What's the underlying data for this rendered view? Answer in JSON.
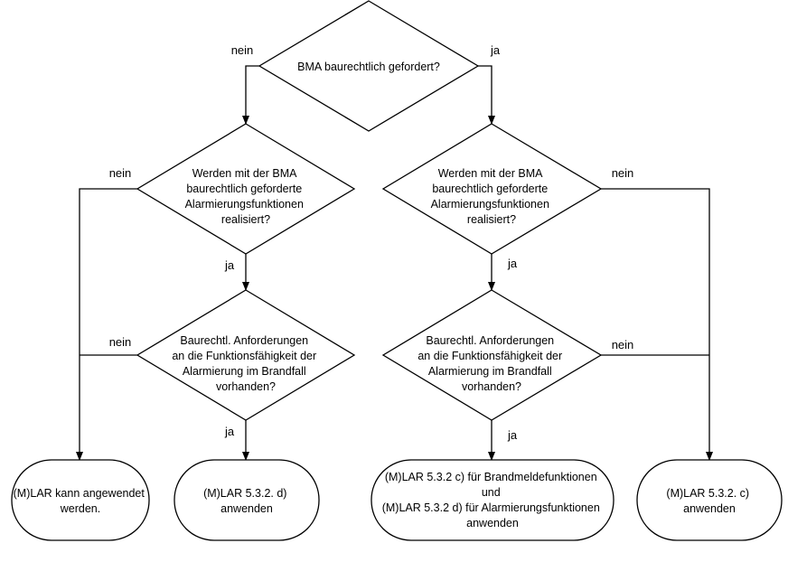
{
  "diagram": {
    "labels": {
      "yes": "ja",
      "no": "nein"
    },
    "nodes": {
      "q_bma": {
        "type": "decision",
        "lines": [
          "BMA baurechtlich gefordert?"
        ]
      },
      "q_alarm_left": {
        "type": "decision",
        "lines": [
          "Werden mit der BMA",
          "baurechtlich geforderte",
          "Alarmierungsfunktionen",
          "realisiert?"
        ]
      },
      "q_alarm_right": {
        "type": "decision",
        "lines": [
          "Werden mit der BMA",
          "baurechtlich geforderte",
          "Alarmierungsfunktionen",
          "realisiert?"
        ]
      },
      "q_req_left": {
        "type": "decision",
        "lines": [
          "Baurechtl. Anforderungen",
          "an die Funktionsfähigkeit der",
          "Alarmierung im Brandfall",
          "vorhanden?"
        ]
      },
      "q_req_right": {
        "type": "decision",
        "lines": [
          "Baurechtl. Anforderungen",
          "an die Funktionsfähigkeit der",
          "Alarmierung im Brandfall",
          "vorhanden?"
        ]
      },
      "t_mlar": {
        "type": "terminal",
        "lines": [
          "(M)LAR kann angewendet",
          "werden."
        ]
      },
      "t_532d": {
        "type": "terminal",
        "lines": [
          "(M)LAR 5.3.2. d)",
          "anwenden"
        ]
      },
      "t_532cd": {
        "type": "terminal",
        "lines": [
          "(M)LAR 5.3.2 c) für Brandmeldefunktionen",
          "und",
          "(M)LAR  5.3.2 d) für Alarmierungsfunktionen",
          "anwenden"
        ]
      },
      "t_532c": {
        "type": "terminal",
        "lines": [
          "(M)LAR 5.3.2. c)",
          "anwenden"
        ]
      }
    },
    "edges": [
      {
        "from": "q_bma",
        "to": "q_alarm_left",
        "label": "nein"
      },
      {
        "from": "q_bma",
        "to": "q_alarm_right",
        "label": "ja"
      },
      {
        "from": "q_alarm_left",
        "to": "t_mlar",
        "label": "nein"
      },
      {
        "from": "q_alarm_left",
        "to": "q_req_left",
        "label": "ja"
      },
      {
        "from": "q_req_left",
        "to": "t_mlar",
        "label": "nein"
      },
      {
        "from": "q_req_left",
        "to": "t_532d",
        "label": "ja"
      },
      {
        "from": "q_alarm_right",
        "to": "t_532c",
        "label": "nein"
      },
      {
        "from": "q_alarm_right",
        "to": "q_req_right",
        "label": "ja"
      },
      {
        "from": "q_req_right",
        "to": "t_532c",
        "label": "nein"
      },
      {
        "from": "q_req_right",
        "to": "t_532cd",
        "label": "ja"
      }
    ]
  }
}
